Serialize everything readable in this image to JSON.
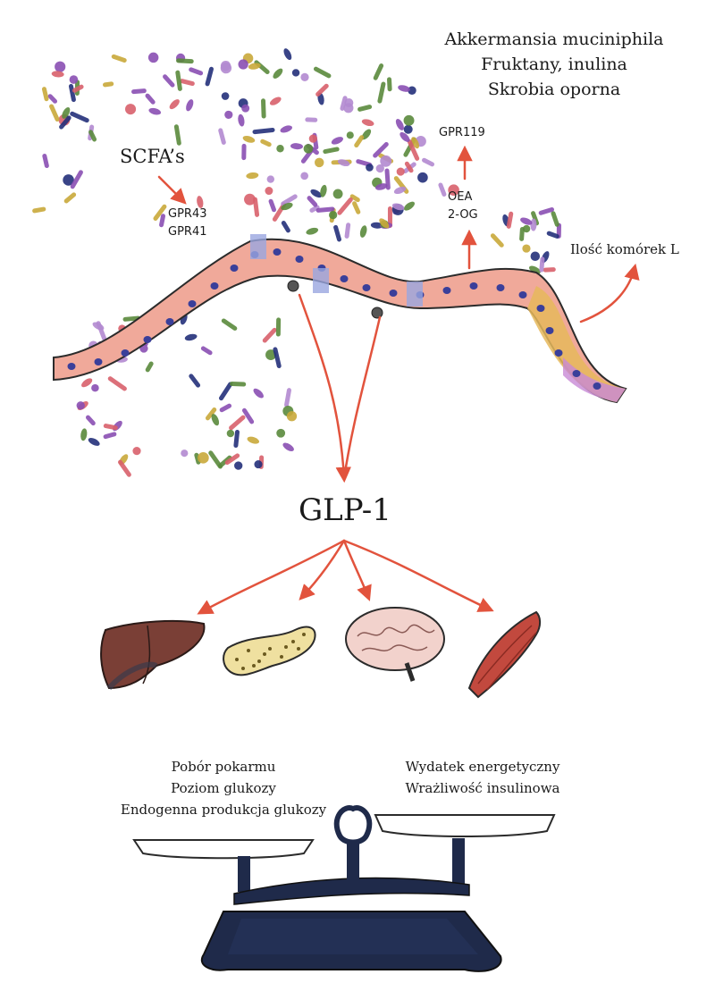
{
  "prebiotics": [
    "Akkermansia muciniphila",
    "Fruktany, inulina",
    "Skrobia oporna"
  ],
  "labels": {
    "scfa": "SCFA’s",
    "gpr43": "GPR43",
    "gpr41": "GPR41",
    "gpr119": "GPR119",
    "oea": "OEA",
    "og": "2-OG",
    "l_cells": "Ilość komórek L",
    "glp1": "GLP-1"
  },
  "organs": [
    "liver-icon",
    "pancreas-icon",
    "brain-icon",
    "muscle-icon"
  ],
  "balance": {
    "left": [
      "Pobór pokarmu",
      "Poziom glukozy",
      "Endogenna produkcja glukozy"
    ],
    "right": [
      "Wydatek energetyczny",
      "Wrażliwość insulinowa"
    ]
  },
  "colors": {
    "arrow": "#e2533d",
    "epithelium": "#f0a99a",
    "nucleus": "#3a3f9a",
    "bacteria_purple": "#8a4fb3",
    "bacteria_navy": "#23307a",
    "bacteria_green": "#5a8a3c",
    "scale_body": "#1f2a4a"
  }
}
